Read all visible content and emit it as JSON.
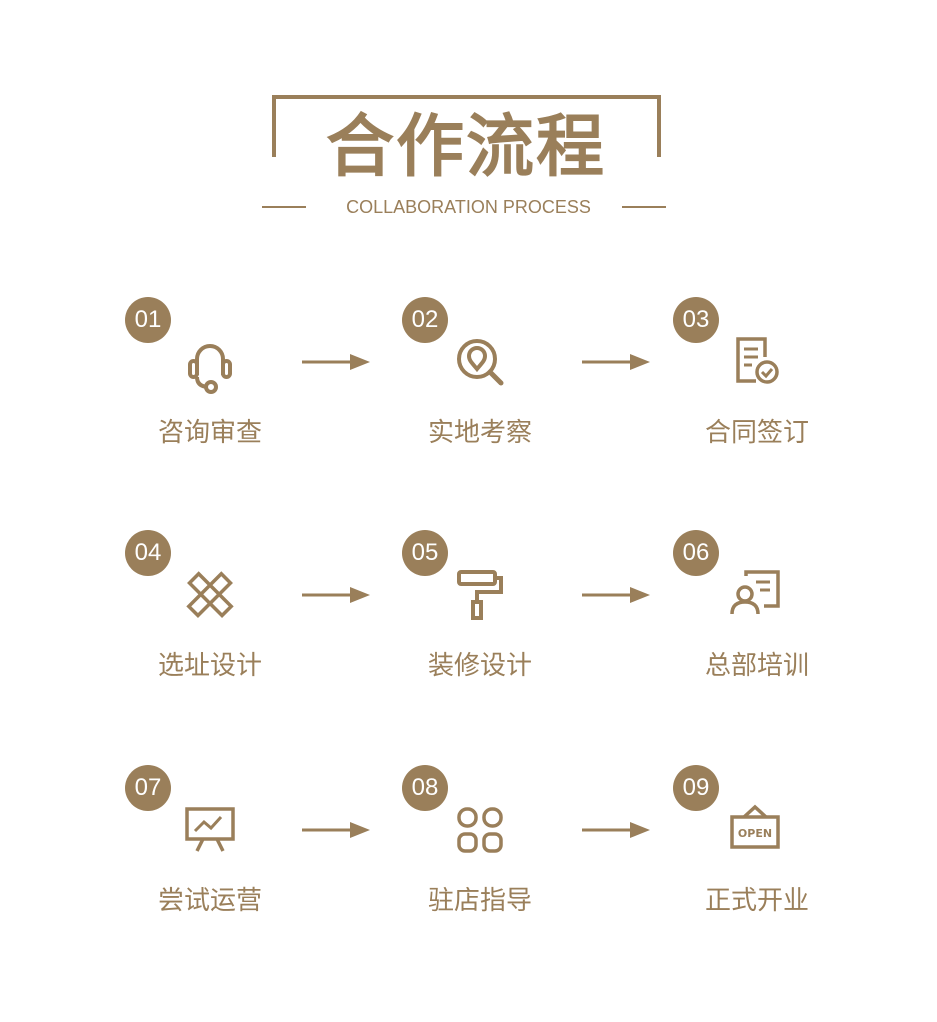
{
  "header": {
    "title": "合作流程",
    "subtitle": "COLLABORATION PROCESS"
  },
  "accent_color": "#9a7f5a",
  "steps": [
    {
      "number": "01",
      "label": "咨询审查",
      "icon": "headset-icon"
    },
    {
      "number": "02",
      "label": "实地考察",
      "icon": "location-search-icon"
    },
    {
      "number": "03",
      "label": "合同签订",
      "icon": "contract-check-icon"
    },
    {
      "number": "04",
      "label": "选址设计",
      "icon": "ruler-pencil-icon"
    },
    {
      "number": "05",
      "label": "装修设计",
      "icon": "paint-roller-icon"
    },
    {
      "number": "06",
      "label": "总部培训",
      "icon": "trainer-board-icon"
    },
    {
      "number": "07",
      "label": "尝试运营",
      "icon": "presentation-chart-icon"
    },
    {
      "number": "08",
      "label": "驻店指导",
      "icon": "app-grid-icon"
    },
    {
      "number": "09",
      "label": "正式开业",
      "icon": "open-sign-icon",
      "sign_text": "OPEN"
    }
  ]
}
